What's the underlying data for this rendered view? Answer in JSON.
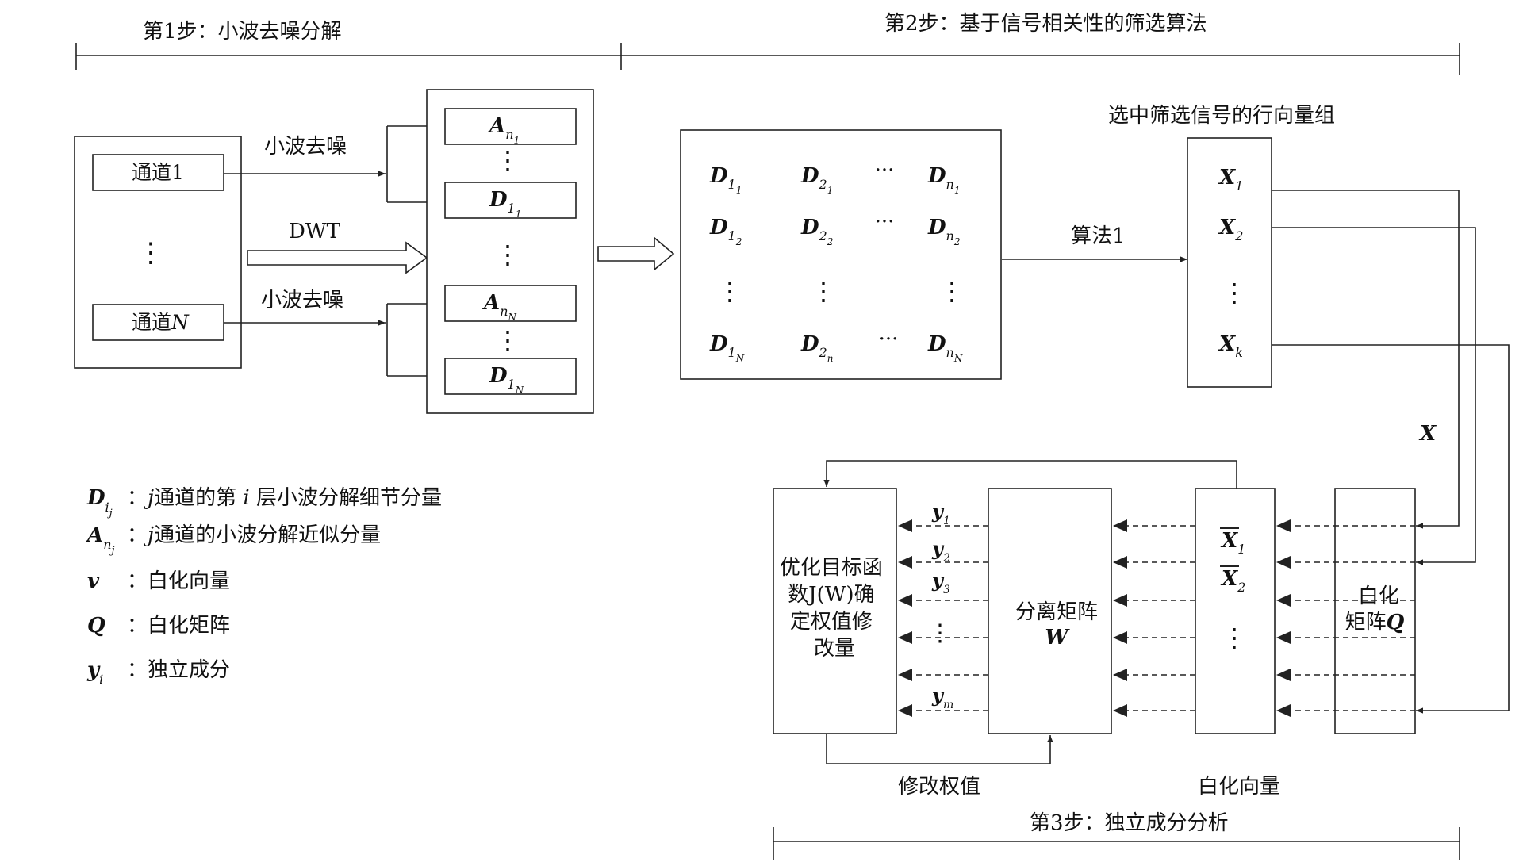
{
  "steps": {
    "step1": "第1步：小波去噪分解",
    "step2": "第2步：基于信号相关性的筛选算法",
    "step3": "第3步：独立成分分析"
  },
  "channels": {
    "ch1_prefix": "通道",
    "ch1_num": "1",
    "chN_prefix": "通道",
    "chN_var": "N",
    "dots": "⋮"
  },
  "arrows": {
    "denoise_top": "小波去噪",
    "dwt": "DWT",
    "denoise_bottom": "小波去噪",
    "algo1": "算法1",
    "x_label": "X",
    "modify_weights": "修改权值",
    "whiten_vector": "白化向量"
  },
  "wavelet_outputs": [
    {
      "sym": "A",
      "sub": "n",
      "subsub": "1"
    },
    {
      "sym": "D",
      "sub": "1",
      "subsub": "1"
    },
    {
      "sym": "A",
      "sub": "n",
      "subsub": "N"
    },
    {
      "sym": "D",
      "sub": "1",
      "subsub": "N"
    }
  ],
  "matrix": {
    "rows": [
      [
        {
          "sym": "D",
          "sub": "1",
          "subsub": "1"
        },
        {
          "sym": "D",
          "sub": "2",
          "subsub": "1"
        },
        {
          "sym": "D",
          "sub": "n",
          "subsub": "1"
        }
      ],
      [
        {
          "sym": "D",
          "sub": "1",
          "subsub": "2"
        },
        {
          "sym": "D",
          "sub": "2",
          "subsub": "2"
        },
        {
          "sym": "D",
          "sub": "n",
          "subsub": "2"
        }
      ],
      [
        {
          "sym": "D",
          "sub": "1",
          "subsub": "N"
        },
        {
          "sym": "D",
          "sub": "2",
          "subsub": "n"
        },
        {
          "sym": "D",
          "sub": "n",
          "subsub": "N"
        }
      ]
    ],
    "hdots": "···",
    "vdots": "⋮"
  },
  "selected": {
    "title": "选中筛选信号的行向量组",
    "items": [
      {
        "sym": "X",
        "sub": "1"
      },
      {
        "sym": "X",
        "sub": "2"
      },
      {
        "sym": "X",
        "sub": "k"
      }
    ]
  },
  "ica": {
    "optimize_lines": [
      "优化目标函",
      "数J(W)确",
      "定权值修",
      "改量"
    ],
    "separation_title": "分离矩阵",
    "separation_symbol": "W",
    "whitened": [
      {
        "sym": "X",
        "sub": "1"
      },
      {
        "sym": "X",
        "sub": "2"
      }
    ],
    "whitening_line1": "白化",
    "whitening_line2": "矩阵",
    "whitening_symbol": "Q",
    "y_labels": [
      {
        "sym": "y",
        "sub": "1"
      },
      {
        "sym": "y",
        "sub": "2"
      },
      {
        "sym": "y",
        "sub": "3"
      },
      {
        "sym": "y",
        "sub": "m"
      }
    ]
  },
  "legend": [
    {
      "sym": "D",
      "sub": "i",
      "subsub": "j",
      "sep": "：",
      "text_pre": "j",
      "text": "通道的第",
      "text_i": "i",
      "text_post": "层小波分解细节分量"
    },
    {
      "sym": "A",
      "sub": "n",
      "subsub": "j",
      "sep": "：",
      "text_pre": "j",
      "text": "通道的小波分解近似分量",
      "text_i": "",
      "text_post": ""
    },
    {
      "sym": "v",
      "sub": "",
      "subsub": "",
      "sep": "：",
      "text_pre": "",
      "text": "白化向量",
      "text_i": "",
      "text_post": ""
    },
    {
      "sym": "Q",
      "sub": "",
      "subsub": "",
      "sep": "：",
      "text_pre": "",
      "text": "白化矩阵",
      "text_i": "",
      "text_post": ""
    },
    {
      "sym": "y",
      "sub": "i",
      "subsub": "",
      "sep": "：",
      "text_pre": "",
      "text": "独立成分",
      "text_i": "",
      "text_post": ""
    }
  ]
}
